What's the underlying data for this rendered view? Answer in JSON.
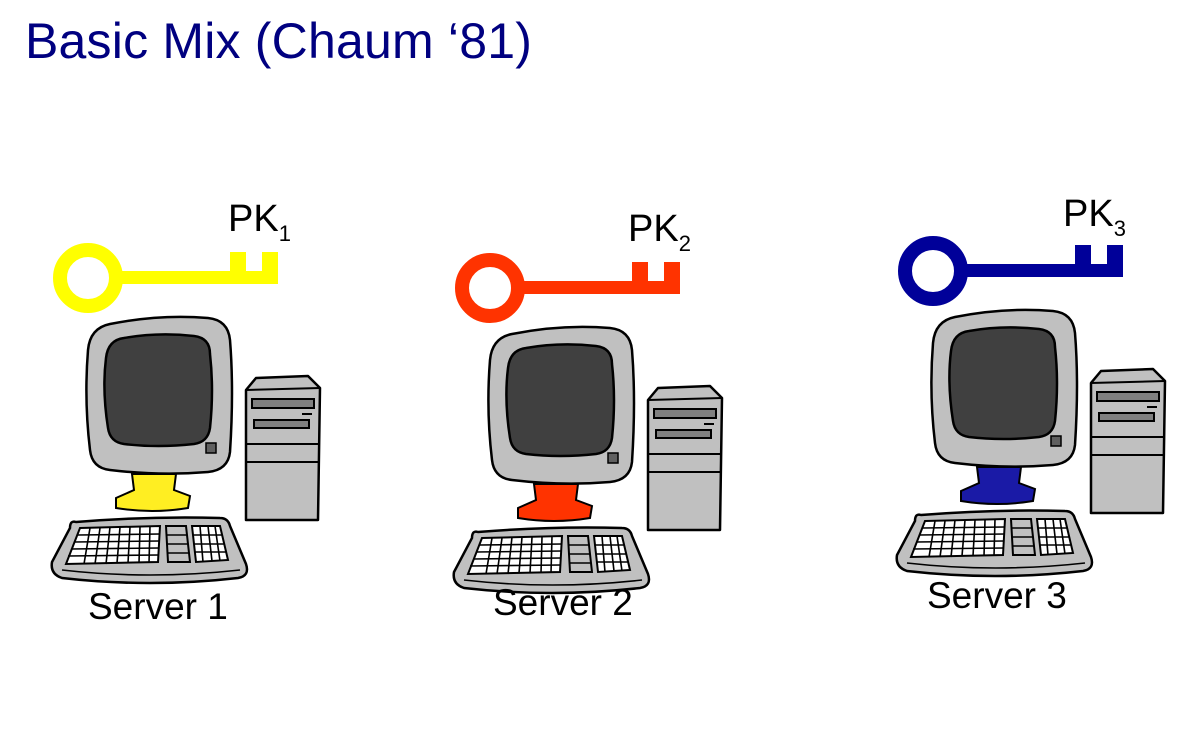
{
  "slide": {
    "title": "Basic Mix (Chaum ‘81)"
  },
  "servers": [
    {
      "label": "Server 1",
      "key_label": "PK",
      "key_subscript": "1",
      "key_color": "#FFFF00",
      "stand_color": "#FFEE22",
      "icon": "key-icon"
    },
    {
      "label": "Server 2",
      "key_label": "PK",
      "key_subscript": "2",
      "key_color": "#FF3300",
      "stand_color": "#FF3300",
      "icon": "key-icon"
    },
    {
      "label": "Server 3",
      "key_label": "PK",
      "key_subscript": "3",
      "key_color": "#000099",
      "stand_color": "#1A1AA6",
      "icon": "key-icon"
    }
  ],
  "colors": {
    "title": "#000080",
    "computer_body": "#C0C0C0",
    "screen": "#404040",
    "outline": "#000000"
  }
}
